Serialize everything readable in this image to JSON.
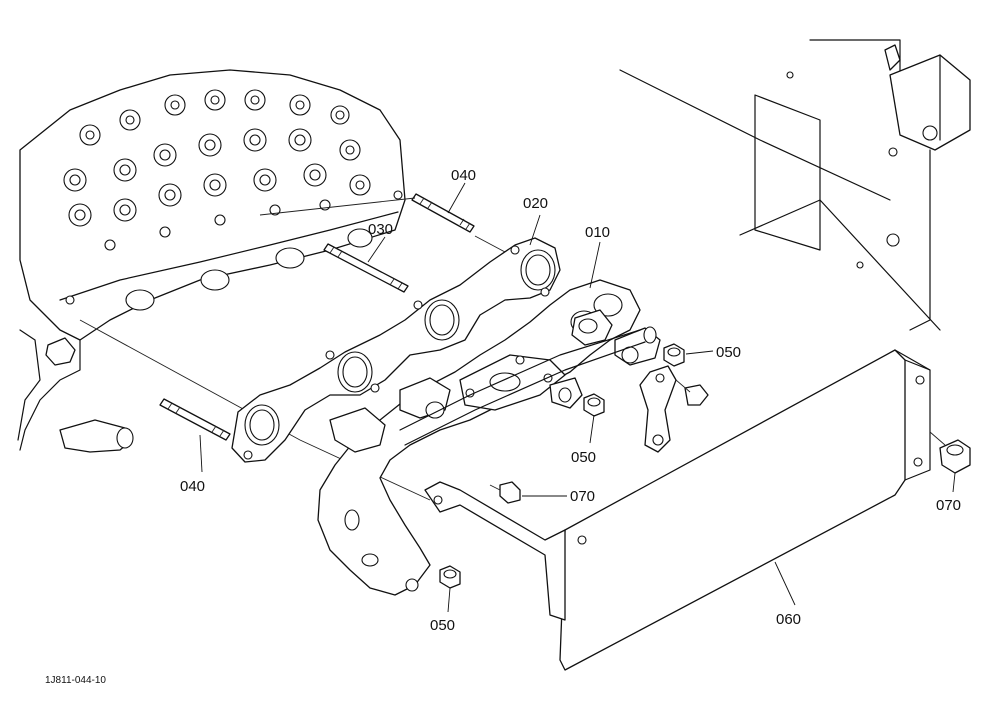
{
  "drawing": {
    "code": "1J811-044-10"
  },
  "callouts": [
    {
      "id": "c010",
      "text": "010"
    },
    {
      "id": "c020",
      "text": "020"
    },
    {
      "id": "c030",
      "text": "030"
    },
    {
      "id": "c040a",
      "text": "040"
    },
    {
      "id": "c040b",
      "text": "040"
    },
    {
      "id": "c050a",
      "text": "050"
    },
    {
      "id": "c050b",
      "text": "050"
    },
    {
      "id": "c050c",
      "text": "050"
    },
    {
      "id": "c060",
      "text": "060"
    },
    {
      "id": "c070a",
      "text": "070"
    },
    {
      "id": "c070b",
      "text": "070"
    }
  ]
}
